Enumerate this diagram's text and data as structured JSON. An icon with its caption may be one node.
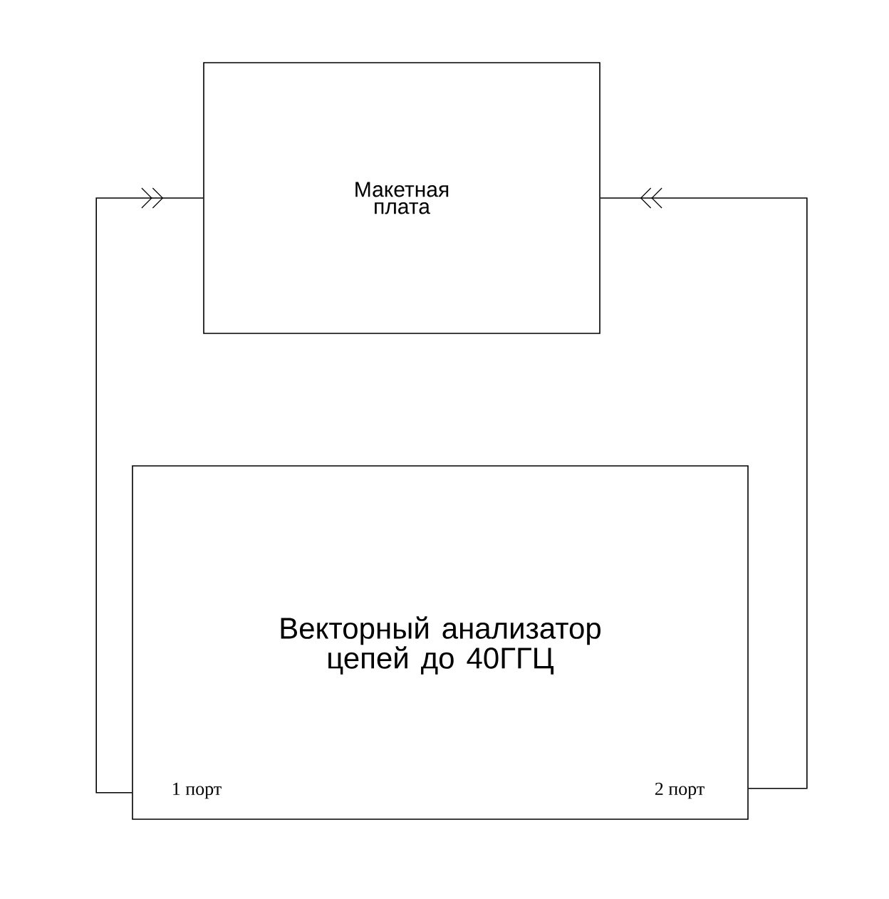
{
  "diagram": {
    "nodes": [
      {
        "text": [
          "Макетная плата"
        ]
      },
      {
        "text": [
          "Векторный анализатор цепей до 40ГГЦ",
          "1 порт",
          "2 порт"
        ]
      }
    ],
    "edges": [
      {
        "from": 1,
        "to": 0,
        "arrow": "to"
      },
      {
        "from": 1,
        "to": 0,
        "arrow": "to"
      }
    ]
  }
}
